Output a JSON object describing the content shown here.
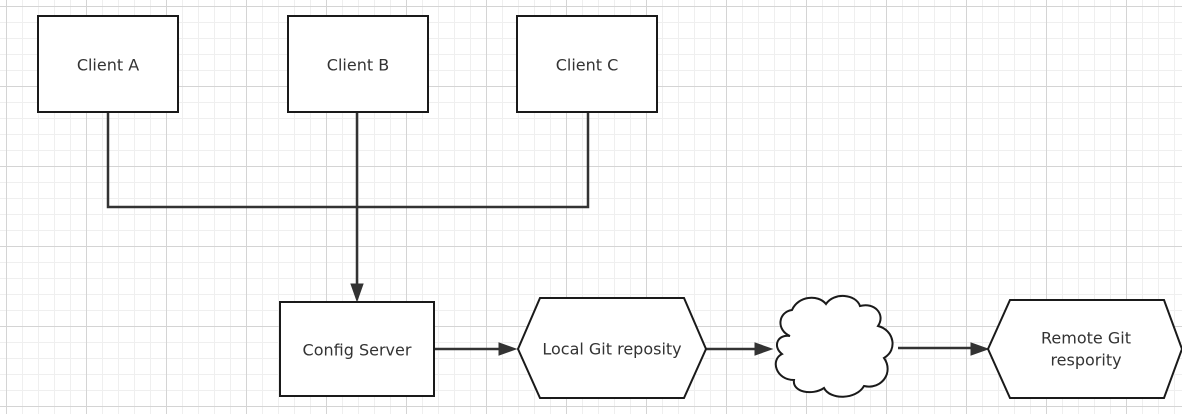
{
  "nodes": {
    "client_a": "Client A",
    "client_b": "Client B",
    "client_c": "Client C",
    "config_server": "Config Server",
    "local_git": "Local Git reposity",
    "remote_git_line1": "Remote Git",
    "remote_git_line2": "respority"
  },
  "edges": [
    {
      "from": "Client A",
      "to": "Config Server"
    },
    {
      "from": "Client B",
      "to": "Config Server"
    },
    {
      "from": "Client C",
      "to": "Config Server"
    },
    {
      "from": "Config Server",
      "to": "Local Git reposity"
    },
    {
      "from": "Local Git reposity",
      "to": "cloud"
    },
    {
      "from": "cloud",
      "to": "Remote Git respority"
    }
  ]
}
